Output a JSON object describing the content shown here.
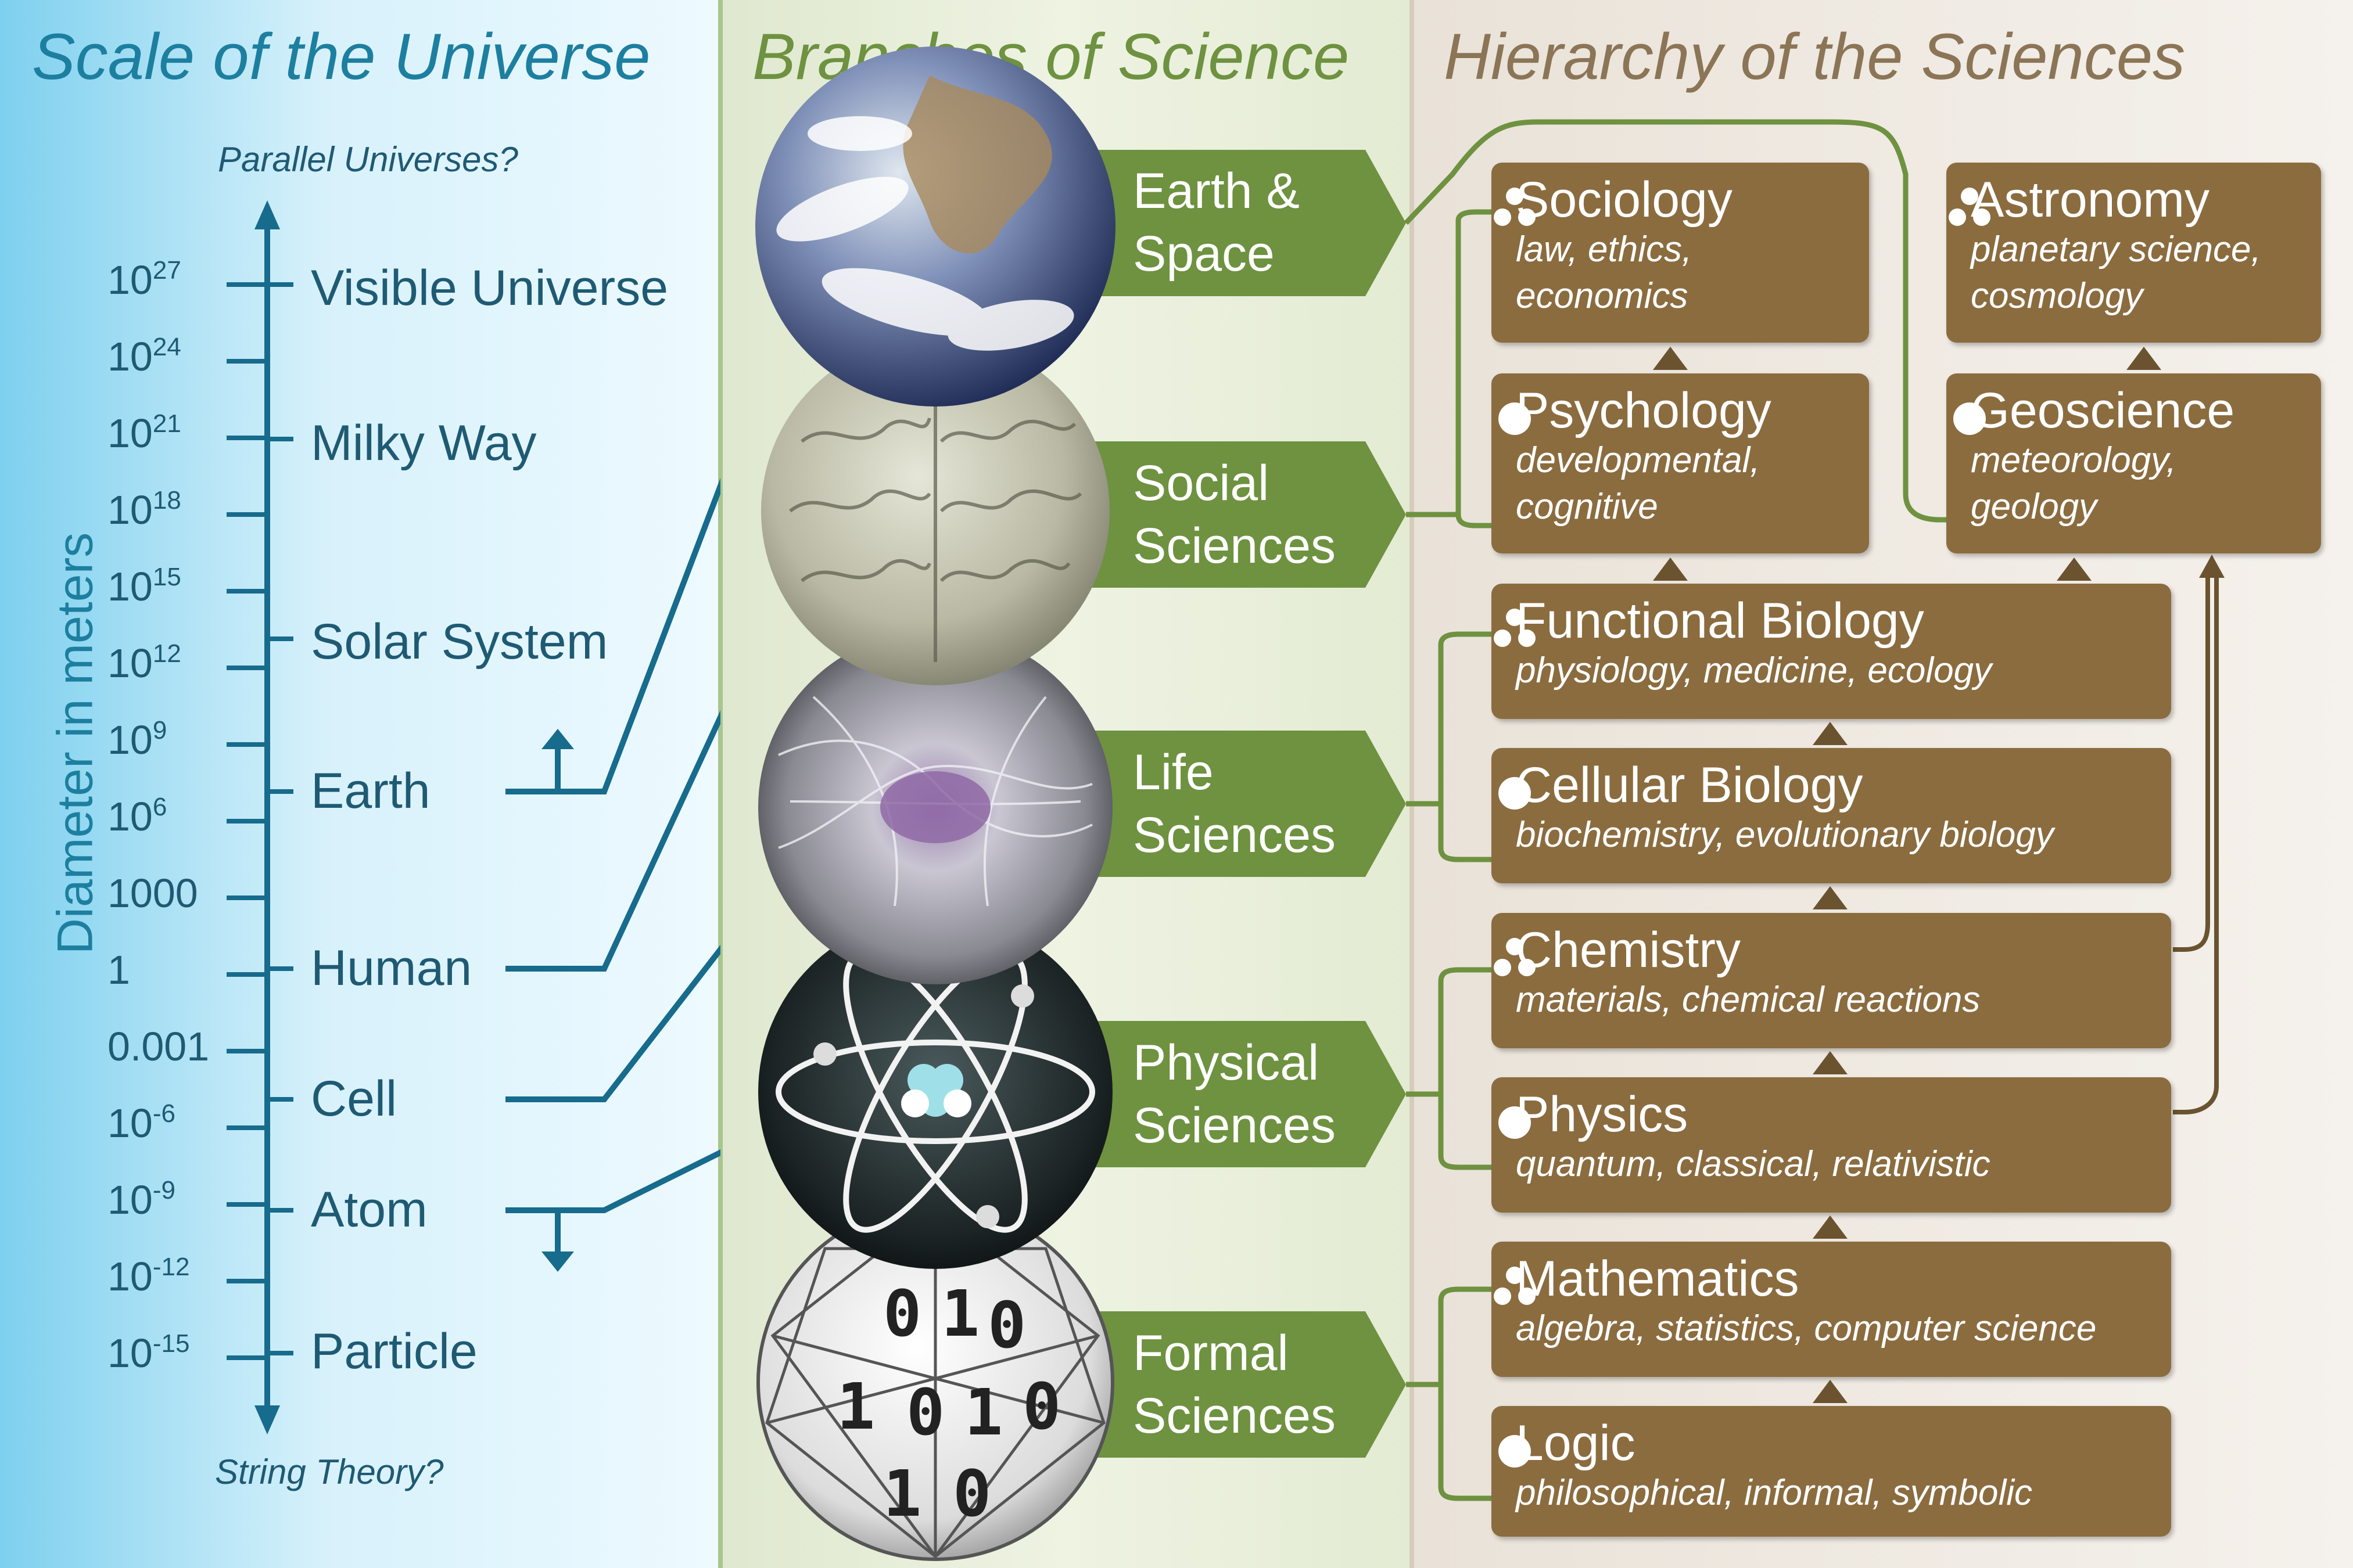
{
  "panels": {
    "scale_title": "Scale of the Universe",
    "branches_title": "Branches of Science",
    "hierarchy_title": "Hierarchy of the Sciences"
  },
  "scale": {
    "axis_label": "Diameter in meters",
    "top_note": "Parallel Universes?",
    "bottom_note": "String Theory?",
    "ticks": [
      {
        "base": "10",
        "exp": "27"
      },
      {
        "base": "10",
        "exp": "24"
      },
      {
        "base": "10",
        "exp": "21"
      },
      {
        "base": "10",
        "exp": "18"
      },
      {
        "base": "10",
        "exp": "15"
      },
      {
        "base": "10",
        "exp": "12"
      },
      {
        "base": "10",
        "exp": "9"
      },
      {
        "base": "10",
        "exp": "6"
      },
      {
        "base": "1000",
        "exp": ""
      },
      {
        "base": "1",
        "exp": ""
      },
      {
        "base": "0.001",
        "exp": ""
      },
      {
        "base": "10",
        "exp": "-6"
      },
      {
        "base": "10",
        "exp": "-9"
      },
      {
        "base": "10",
        "exp": "-12"
      },
      {
        "base": "10",
        "exp": "-15"
      }
    ],
    "objects": [
      "Visible Universe",
      "Milky Way",
      "Solar System",
      "Earth",
      "Human",
      "Cell",
      "Atom",
      "Particle"
    ]
  },
  "branches": [
    {
      "label": "Earth &\nSpace",
      "icon": "earth-globe-icon"
    },
    {
      "label": "Social\nSciences",
      "icon": "brain-icon"
    },
    {
      "label": "Life\nSciences",
      "icon": "cell-icon"
    },
    {
      "label": "Physical\nSciences",
      "icon": "atom-icon"
    },
    {
      "label": "Formal\nSciences",
      "icon": "binary-sphere-icon"
    }
  ],
  "hierarchy": [
    {
      "name": "Sociology",
      "sub": "law, ethics,\neconomics",
      "marker": "three-dots"
    },
    {
      "name": "Psychology",
      "sub": "developmental,\ncognitive",
      "marker": "one-dot"
    },
    {
      "name": "Astronomy",
      "sub": "planetary science,\ncosmology",
      "marker": "three-dots"
    },
    {
      "name": "Geoscience",
      "sub": "meteorology,\ngeology",
      "marker": "one-dot"
    },
    {
      "name": "Functional Biology",
      "sub": "physiology, medicine, ecology",
      "marker": "three-dots"
    },
    {
      "name": "Cellular Biology",
      "sub": "biochemistry, evolutionary biology",
      "marker": "one-dot"
    },
    {
      "name": "Chemistry",
      "sub": "materials, chemical reactions",
      "marker": "three-dots"
    },
    {
      "name": "Physics",
      "sub": "quantum, classical, relativistic",
      "marker": "one-dot"
    },
    {
      "name": "Mathematics",
      "sub": "algebra, statistics, computer science",
      "marker": "three-dots"
    },
    {
      "name": "Logic",
      "sub": "philosophical, informal, symbolic",
      "marker": "one-dot"
    }
  ],
  "colors": {
    "scale": "#1d7fa0",
    "branch": "#6e9240",
    "hierarchy": "#8b6c3f"
  }
}
